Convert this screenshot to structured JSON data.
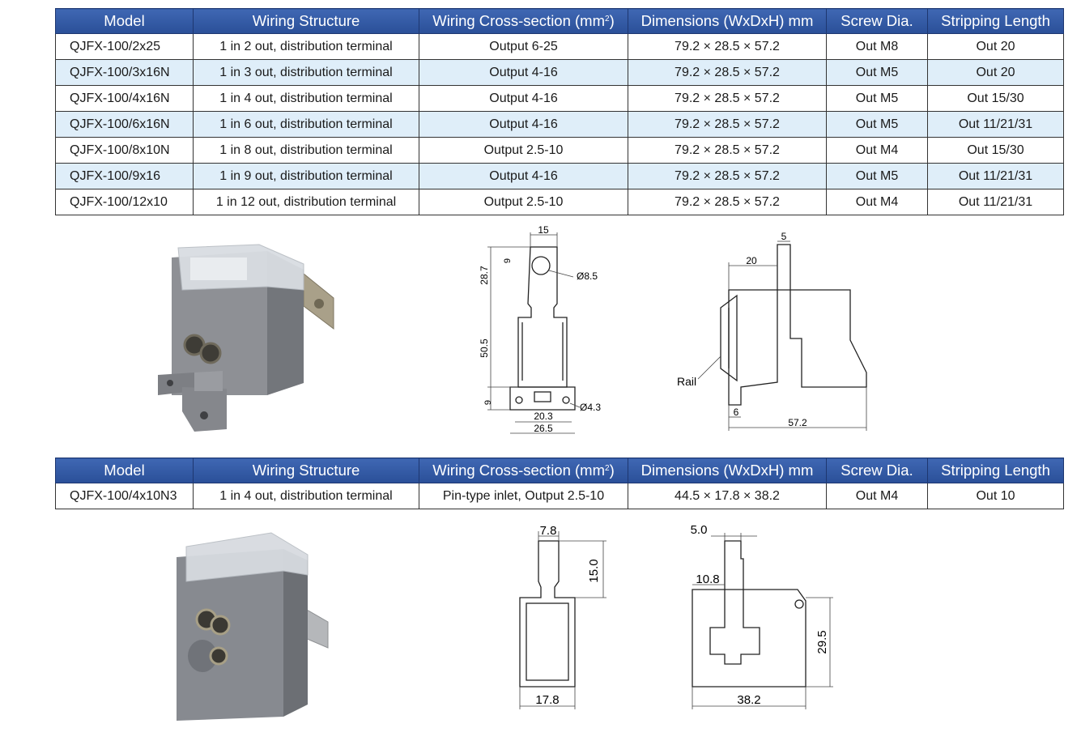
{
  "table1": {
    "headers": {
      "model": "Model",
      "wiring": "Wiring Structure",
      "cross_section": "Wiring Cross-section (mm",
      "cross_section_sup": "2",
      "cross_section_close": ")",
      "dimensions": "Dimensions (WxDxH) mm",
      "screw": "Screw Dia.",
      "stripping": "Stripping Length"
    },
    "rows": [
      {
        "model": "QJFX-100/2x25",
        "wiring": "1 in 2 out, distribution terminal",
        "cross": "Output 6-25",
        "dims": "79.2 × 28.5 × 57.2",
        "screw": "Out M8",
        "strip": "Out 20"
      },
      {
        "model": "QJFX-100/3x16N",
        "wiring": "1 in 3 out, distribution terminal",
        "cross": "Output 4-16",
        "dims": "79.2 × 28.5 × 57.2",
        "screw": "Out M5",
        "strip": "Out 20"
      },
      {
        "model": "QJFX-100/4x16N",
        "wiring": "1 in 4 out, distribution terminal",
        "cross": "Output 4-16",
        "dims": "79.2 × 28.5 × 57.2",
        "screw": "Out M5",
        "strip": "Out 15/30"
      },
      {
        "model": "QJFX-100/6x16N",
        "wiring": "1 in 6 out, distribution terminal",
        "cross": "Output 4-16",
        "dims": "79.2 × 28.5 × 57.2",
        "screw": "Out M5",
        "strip": "Out 11/21/31"
      },
      {
        "model": "QJFX-100/8x10N",
        "wiring": "1 in 8 out, distribution terminal",
        "cross": "Output 2.5-10",
        "dims": "79.2 × 28.5 × 57.2",
        "screw": "Out M4",
        "strip": "Out 15/30"
      },
      {
        "model": "QJFX-100/9x16",
        "wiring": "1 in 9 out, distribution terminal",
        "cross": "Output 4-16",
        "dims": "79.2 × 28.5 × 57.2",
        "screw": "Out M5",
        "strip": "Out 11/21/31"
      },
      {
        "model": "QJFX-100/12x10",
        "wiring": "1 in 12 out, distribution terminal",
        "cross": "Output 2.5-10",
        "dims": "79.2 × 28.5 × 57.2",
        "screw": "Out M4",
        "strip": "Out 11/21/31"
      }
    ]
  },
  "table2": {
    "headers": {
      "model": "Model",
      "wiring": "Wiring Structure",
      "cross_section": "Wiring Cross-section (mm",
      "cross_section_sup": "2",
      "cross_section_close": ")",
      "dimensions": "Dimensions (WxDxH) mm",
      "screw": "Screw Dia.",
      "stripping": "Stripping Length"
    },
    "rows": [
      {
        "model": "QJFX-100/4x10N3",
        "wiring": "1 in 4 out, distribution terminal",
        "cross": "Pin-type inlet, Output 2.5-10",
        "dims": "44.5 × 17.8 × 38.2",
        "screw": "Out M4",
        "strip": "Out 10"
      }
    ]
  },
  "drawing1_front": {
    "dim_top": "15",
    "dim_tab": "28.7",
    "dim_small": "9",
    "dim_hole": "Ø8.5",
    "dim_body": "50.5",
    "dim_base": "9",
    "dim_mount_hole": "Ø4.3",
    "dim_inner": "20.3",
    "dim_width": "26.5"
  },
  "drawing1_side": {
    "dim_tab": "5",
    "dim_offset": "20",
    "rail_label": "Rail",
    "dim_foot": "6",
    "dim_depth": "57.2"
  },
  "drawing2_front": {
    "dim_tab": "7.8",
    "dim_tab_height": "15.0",
    "dim_width": "17.8"
  },
  "drawing2_side": {
    "dim_tab": "5.0",
    "dim_offset": "10.8",
    "dim_height": "29.5",
    "dim_depth": "38.2"
  },
  "colors": {
    "header_blue": "#2f57a3",
    "row_alt": "#dfeef9",
    "housing_gray": "#8c8e93"
  }
}
